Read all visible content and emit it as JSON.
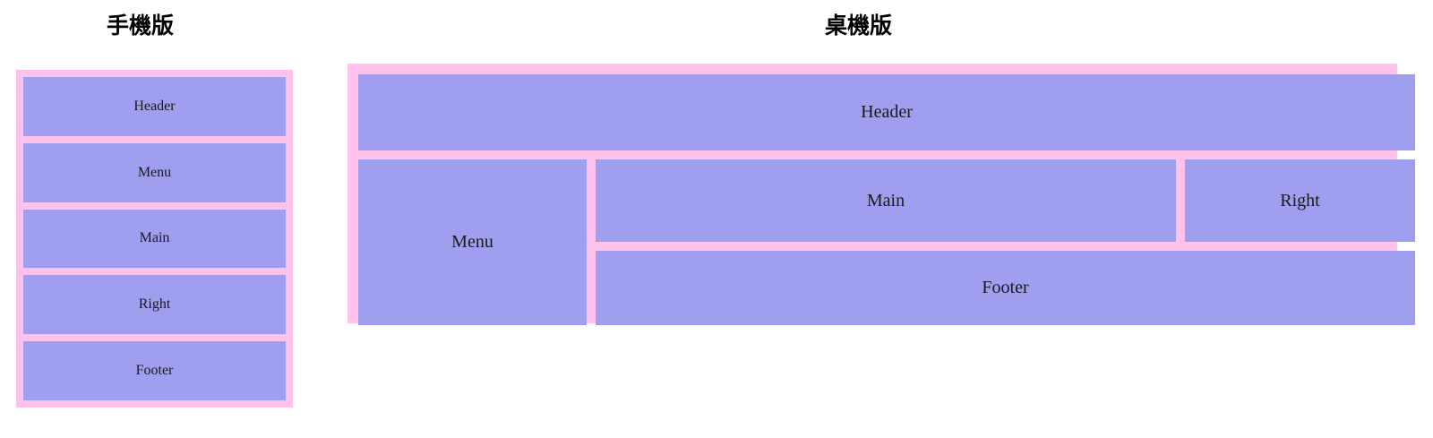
{
  "colors": {
    "cell_fill": "#a09eee",
    "container_fill": "#ffc2ec",
    "page_background": "#ffffff",
    "text": "#1a1a1a"
  },
  "mobile": {
    "title": "手機版",
    "blocks": [
      {
        "label": "Header"
      },
      {
        "label": "Menu"
      },
      {
        "label": "Main"
      },
      {
        "label": "Right"
      },
      {
        "label": "Footer"
      }
    ]
  },
  "desktop": {
    "title": "桌機版",
    "blocks": {
      "header": "Header",
      "menu": "Menu",
      "main": "Main",
      "right": "Right",
      "footer": "Footer"
    }
  }
}
